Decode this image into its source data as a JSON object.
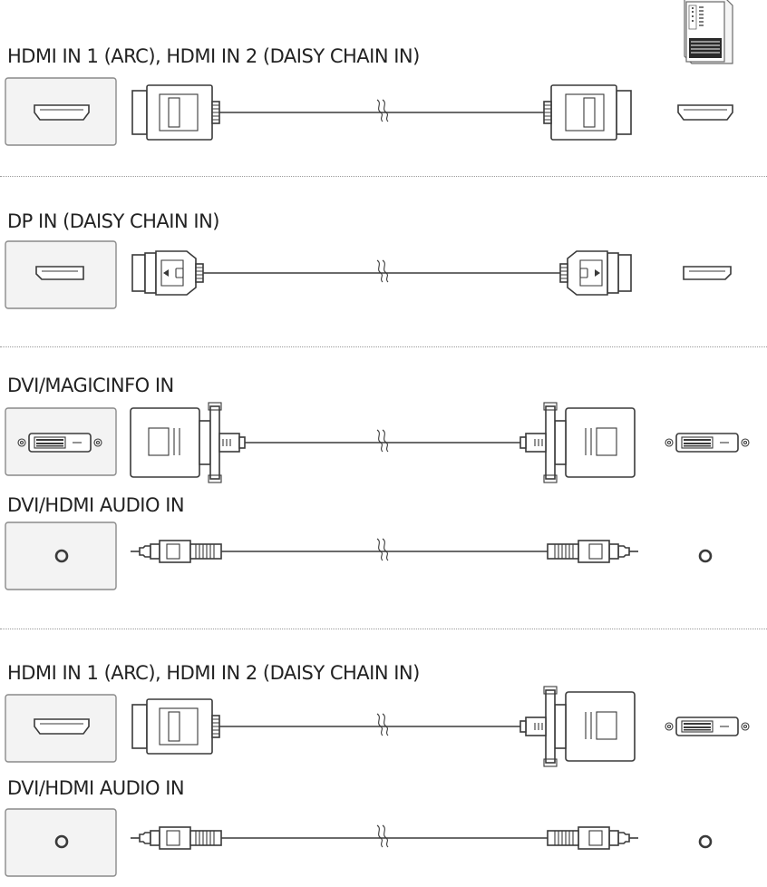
{
  "sections": [
    {
      "label": "HDMI IN 1 (ARC), HDMI IN 2 (DAISY CHAIN IN)"
    },
    {
      "label": "DP IN (DAISY CHAIN IN)"
    },
    {
      "label": "DVI/MAGICINFO IN"
    },
    {
      "label": "DVI/HDMI AUDIO IN"
    },
    {
      "label": "HDMI IN 1 (ARC), HDMI IN 2 (DAISY CHAIN IN)"
    },
    {
      "label": "DVI/HDMI AUDIO IN"
    }
  ],
  "icons": {
    "device": "pc-tower-icon",
    "hdmi": "hdmi-port-icon",
    "dp": "displayport-icon",
    "dvi": "dvi-port-icon",
    "audio": "audio-jack-icon"
  }
}
